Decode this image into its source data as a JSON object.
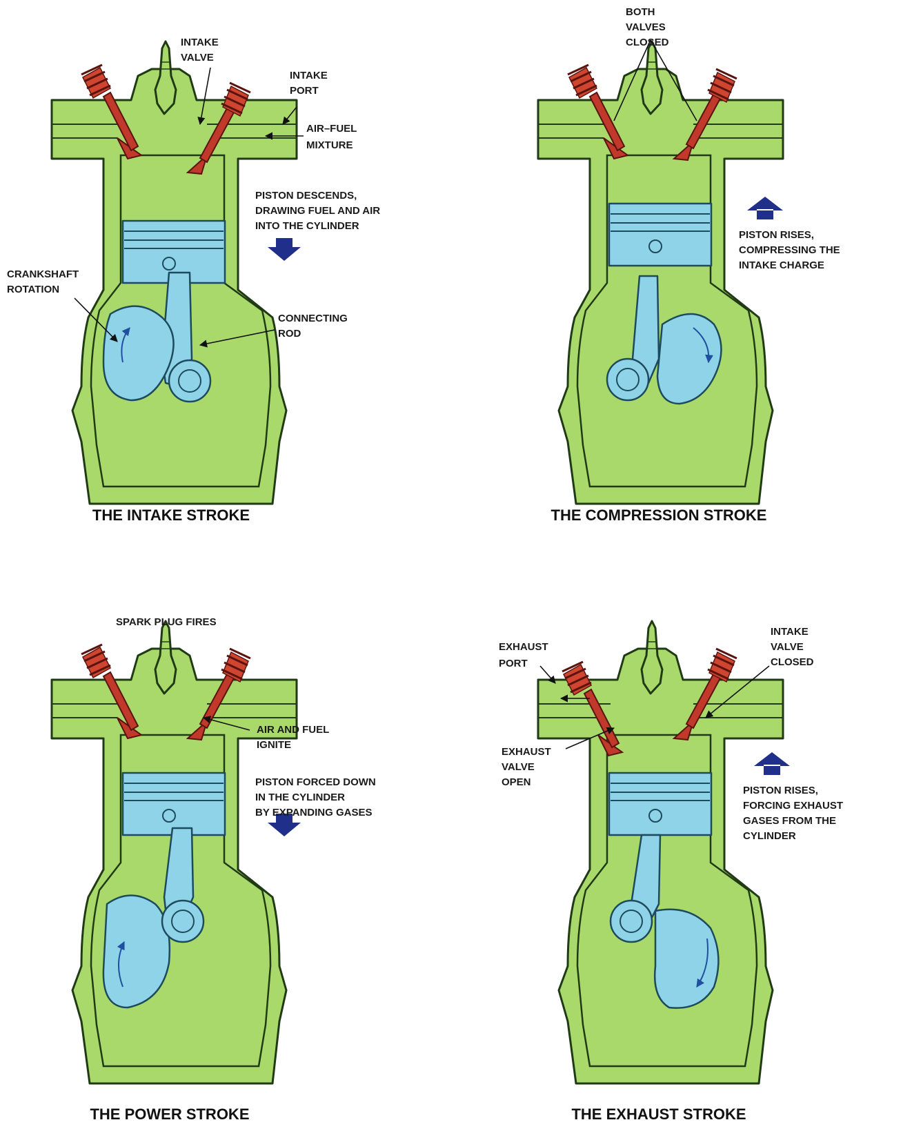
{
  "panels": [
    {
      "caption": "THE INTAKE STROKE",
      "labels": {
        "intake_valve": [
          "INTAKE",
          "VALVE"
        ],
        "intake_port": [
          "INTAKE",
          "PORT"
        ],
        "air_fuel": [
          "AIR–FUEL",
          "MIXTURE"
        ],
        "motion": [
          "PISTON DESCENDS,",
          "DRAWING FUEL AND AIR",
          "INTO THE CYLINDER"
        ],
        "crankshaft": [
          "CRANKSHAFT",
          "ROTATION"
        ],
        "connecting_rod": [
          "CONNECTING",
          "ROD"
        ]
      },
      "piston_motion": "down"
    },
    {
      "caption": "THE COMPRESSION STROKE",
      "labels": {
        "both_valves": [
          "BOTH",
          "VALVES",
          "CLOSED"
        ],
        "motion": [
          "PISTON RISES,",
          "COMPRESSING THE",
          "INTAKE CHARGE"
        ]
      },
      "piston_motion": "up"
    },
    {
      "caption": "THE POWER STROKE",
      "labels": {
        "spark": [
          "SPARK PLUG FIRES"
        ],
        "ignite": [
          "AIR AND FUEL",
          "IGNITE"
        ],
        "motion": [
          "PISTON FORCED DOWN",
          "IN THE CYLINDER",
          "BY EXPANDING GASES"
        ]
      },
      "piston_motion": "down"
    },
    {
      "caption": "THE EXHAUST STROKE",
      "labels": {
        "exhaust_port": [
          "EXHAUST",
          "PORT"
        ],
        "intake_closed": [
          "INTAKE",
          "VALVE",
          "CLOSED"
        ],
        "exhaust_valve": [
          "EXHAUST",
          "VALVE",
          "OPEN"
        ],
        "motion": [
          "PISTON RISES,",
          "FORCING EXHAUST",
          "GASES FROM THE",
          "CYLINDER"
        ]
      },
      "piston_motion": "up"
    }
  ],
  "colors": {
    "engine_block": "#a8d96a",
    "piston_parts": "#8fd3e8",
    "valves": "#c0392b",
    "motion_arrow": "#1f2f8a"
  }
}
